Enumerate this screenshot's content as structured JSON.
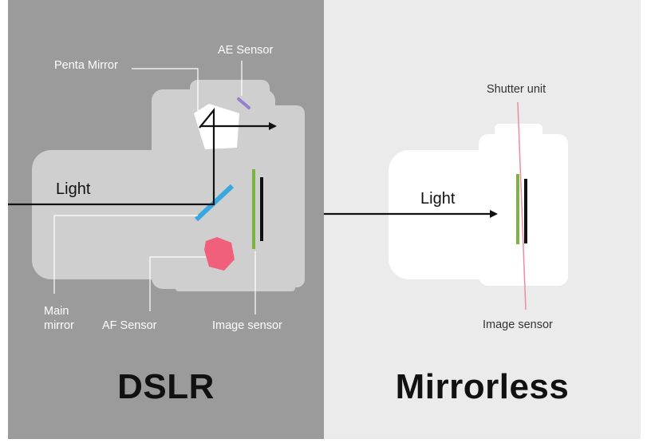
{
  "dslr": {
    "title": "DSLR",
    "labels": {
      "penta_mirror": "Penta Mirror",
      "ae_sensor": "AE Sensor",
      "light": "Light",
      "main_mirror_line1": "Main",
      "main_mirror_line2": "mirror",
      "af_sensor": "AF Sensor",
      "image_sensor": "Image sensor"
    }
  },
  "mirrorless": {
    "title": "Mirrorless",
    "labels": {
      "shutter_unit": "Shutter unit",
      "light": "Light",
      "image_sensor": "Image sensor"
    }
  },
  "colors": {
    "dslr_background": "#9b9b9b",
    "mirrorless_background": "#ebebeb",
    "dslr_body": "#cfcfcf",
    "mirrorless_body": "#ffffff",
    "main_mirror": "#3aa8e0",
    "image_sensor": "#7cb342",
    "shutter": "#111111",
    "af_sensor": "#f0607a",
    "ae_sensor": "#9a7fd0",
    "shutter_line": "#f08aa0"
  }
}
